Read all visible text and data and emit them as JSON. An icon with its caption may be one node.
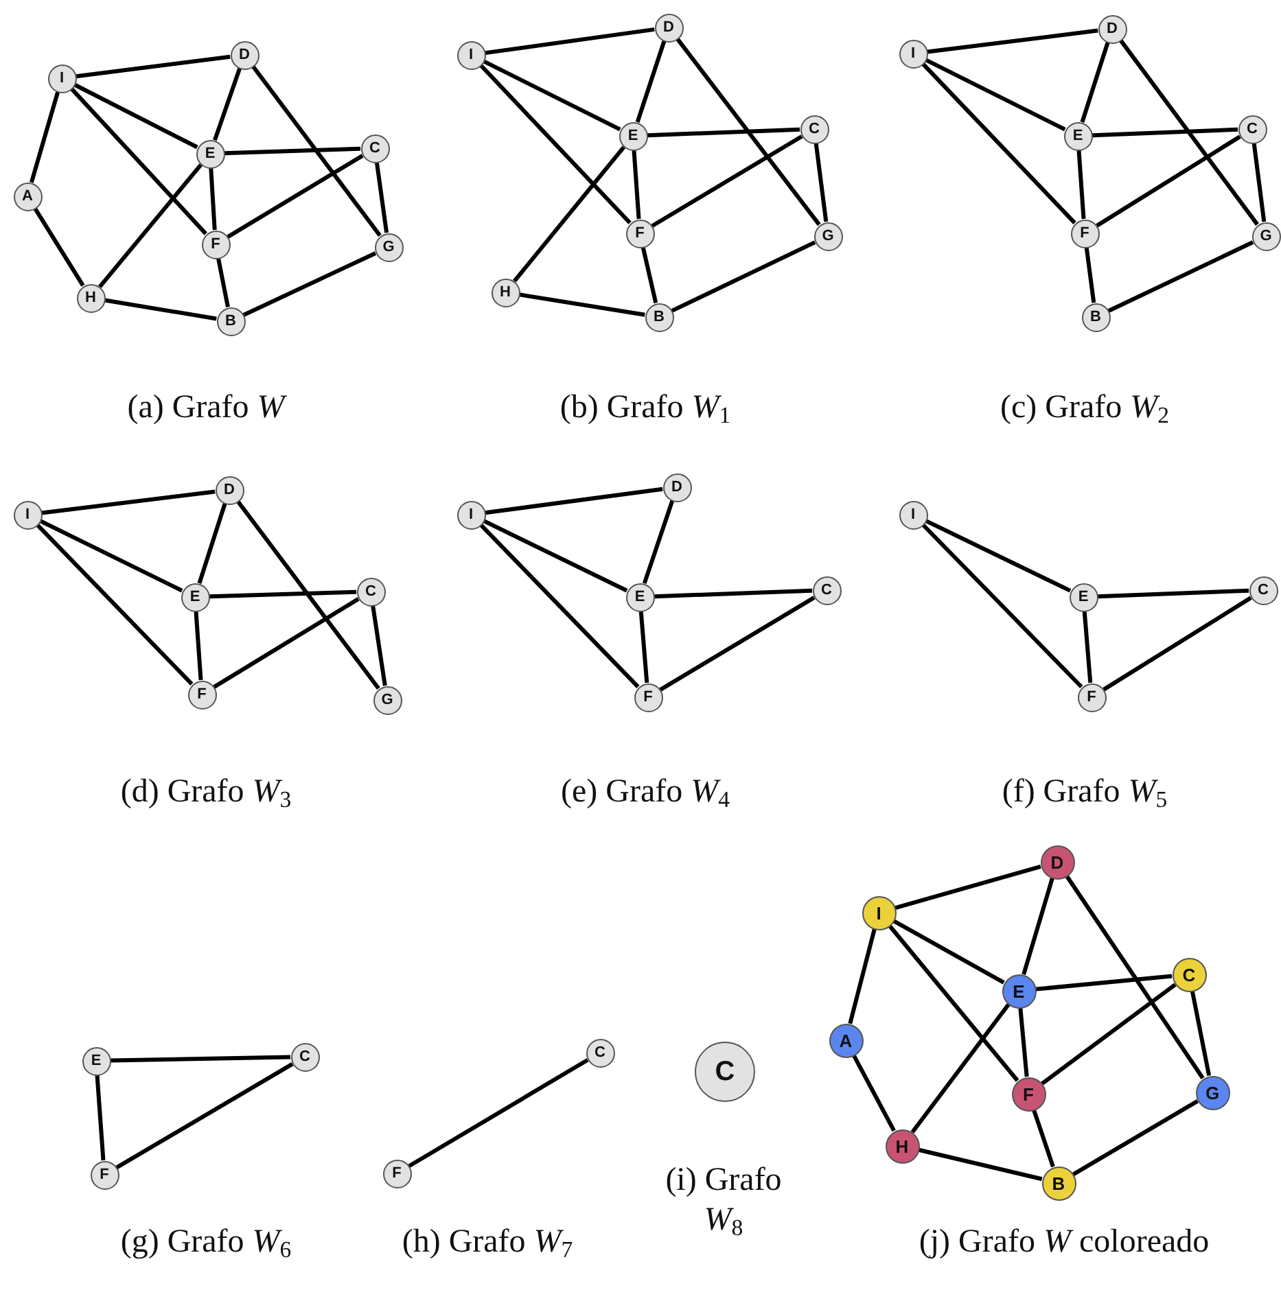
{
  "diagram": {
    "nodes": [
      {
        "text": [
          "I"
        ]
      },
      {
        "text": [
          "D"
        ]
      },
      {
        "text": [
          "E"
        ]
      },
      {
        "text": [
          "C"
        ]
      },
      {
        "text": [
          "A"
        ]
      },
      {
        "text": [
          "F"
        ]
      },
      {
        "text": [
          "G"
        ]
      },
      {
        "text": [
          "H"
        ]
      },
      {
        "text": [
          "B"
        ]
      },
      {
        "text": [
          "I"
        ]
      },
      {
        "text": [
          "D"
        ]
      },
      {
        "text": [
          "E"
        ]
      },
      {
        "text": [
          "C"
        ]
      },
      {
        "text": [
          "F"
        ]
      },
      {
        "text": [
          "G"
        ]
      },
      {
        "text": [
          "H"
        ]
      },
      {
        "text": [
          "B"
        ]
      },
      {
        "text": [
          "I"
        ]
      },
      {
        "text": [
          "D"
        ]
      },
      {
        "text": [
          "E"
        ]
      },
      {
        "text": [
          "C"
        ]
      },
      {
        "text": [
          "F"
        ]
      },
      {
        "text": [
          "G"
        ]
      },
      {
        "text": [
          "B"
        ]
      },
      {
        "text": [
          "I"
        ]
      },
      {
        "text": [
          "D"
        ]
      },
      {
        "text": [
          "E"
        ]
      },
      {
        "text": [
          "C"
        ]
      },
      {
        "text": [
          "F"
        ]
      },
      {
        "text": [
          "G"
        ]
      },
      {
        "text": [
          "I"
        ]
      },
      {
        "text": [
          "D"
        ]
      },
      {
        "text": [
          "E"
        ]
      },
      {
        "text": [
          "C"
        ]
      },
      {
        "text": [
          "F"
        ]
      },
      {
        "text": [
          "I"
        ]
      },
      {
        "text": [
          "E"
        ]
      },
      {
        "text": [
          "C"
        ]
      },
      {
        "text": [
          "F"
        ]
      },
      {
        "text": [
          "E"
        ]
      },
      {
        "text": [
          "C"
        ]
      },
      {
        "text": [
          "F"
        ]
      },
      {
        "text": [
          "F"
        ]
      },
      {
        "text": [
          "C"
        ]
      },
      {
        "text": [
          "C"
        ]
      },
      {
        "text": [
          "I"
        ]
      },
      {
        "text": [
          "D"
        ]
      },
      {
        "text": [
          "E"
        ]
      },
      {
        "text": [
          "C"
        ]
      },
      {
        "text": [
          "A"
        ]
      },
      {
        "text": [
          "F"
        ]
      },
      {
        "text": [
          "G"
        ]
      },
      {
        "text": [
          "H"
        ]
      },
      {
        "text": [
          "B"
        ]
      }
    ],
    "edges": [
      {
        "from": 0,
        "to": 1,
        "arrow": "none"
      },
      {
        "from": 0,
        "to": 4,
        "arrow": "none"
      },
      {
        "from": 0,
        "to": 2,
        "arrow": "none"
      },
      {
        "from": 0,
        "to": 5,
        "arrow": "none"
      },
      {
        "from": 1,
        "to": 2,
        "arrow": "none"
      },
      {
        "from": 1,
        "to": 6,
        "arrow": "none"
      },
      {
        "from": 2,
        "to": 3,
        "arrow": "none"
      },
      {
        "from": 2,
        "to": 5,
        "arrow": "none"
      },
      {
        "from": 2,
        "to": 7,
        "arrow": "none"
      },
      {
        "from": 3,
        "to": 5,
        "arrow": "none"
      },
      {
        "from": 3,
        "to": 6,
        "arrow": "none"
      },
      {
        "from": 5,
        "to": 8,
        "arrow": "none"
      },
      {
        "from": 6,
        "to": 8,
        "arrow": "none"
      },
      {
        "from": 4,
        "to": 7,
        "arrow": "none"
      },
      {
        "from": 7,
        "to": 8,
        "arrow": "none"
      },
      {
        "from": 9,
        "to": 10,
        "arrow": "none"
      },
      {
        "from": 9,
        "to": 11,
        "arrow": "none"
      },
      {
        "from": 9,
        "to": 13,
        "arrow": "none"
      },
      {
        "from": 10,
        "to": 11,
        "arrow": "none"
      },
      {
        "from": 10,
        "to": 14,
        "arrow": "none"
      },
      {
        "from": 11,
        "to": 12,
        "arrow": "none"
      },
      {
        "from": 11,
        "to": 13,
        "arrow": "none"
      },
      {
        "from": 11,
        "to": 15,
        "arrow": "none"
      },
      {
        "from": 12,
        "to": 13,
        "arrow": "none"
      },
      {
        "from": 12,
        "to": 14,
        "arrow": "none"
      },
      {
        "from": 13,
        "to": 16,
        "arrow": "none"
      },
      {
        "from": 14,
        "to": 16,
        "arrow": "none"
      },
      {
        "from": 15,
        "to": 16,
        "arrow": "none"
      },
      {
        "from": 17,
        "to": 18,
        "arrow": "none"
      },
      {
        "from": 17,
        "to": 19,
        "arrow": "none"
      },
      {
        "from": 17,
        "to": 21,
        "arrow": "none"
      },
      {
        "from": 18,
        "to": 19,
        "arrow": "none"
      },
      {
        "from": 18,
        "to": 22,
        "arrow": "none"
      },
      {
        "from": 19,
        "to": 20,
        "arrow": "none"
      },
      {
        "from": 19,
        "to": 21,
        "arrow": "none"
      },
      {
        "from": 20,
        "to": 21,
        "arrow": "none"
      },
      {
        "from": 20,
        "to": 22,
        "arrow": "none"
      },
      {
        "from": 21,
        "to": 23,
        "arrow": "none"
      },
      {
        "from": 22,
        "to": 23,
        "arrow": "none"
      },
      {
        "from": 24,
        "to": 25,
        "arrow": "none"
      },
      {
        "from": 24,
        "to": 26,
        "arrow": "none"
      },
      {
        "from": 24,
        "to": 28,
        "arrow": "none"
      },
      {
        "from": 25,
        "to": 26,
        "arrow": "none"
      },
      {
        "from": 25,
        "to": 29,
        "arrow": "none"
      },
      {
        "from": 26,
        "to": 27,
        "arrow": "none"
      },
      {
        "from": 26,
        "to": 28,
        "arrow": "none"
      },
      {
        "from": 27,
        "to": 28,
        "arrow": "none"
      },
      {
        "from": 27,
        "to": 29,
        "arrow": "none"
      },
      {
        "from": 30,
        "to": 31,
        "arrow": "none"
      },
      {
        "from": 30,
        "to": 32,
        "arrow": "none"
      },
      {
        "from": 30,
        "to": 34,
        "arrow": "none"
      },
      {
        "from": 31,
        "to": 32,
        "arrow": "none"
      },
      {
        "from": 32,
        "to": 33,
        "arrow": "none"
      },
      {
        "from": 32,
        "to": 34,
        "arrow": "none"
      },
      {
        "from": 33,
        "to": 34,
        "arrow": "none"
      },
      {
        "from": 35,
        "to": 36,
        "arrow": "none"
      },
      {
        "from": 35,
        "to": 38,
        "arrow": "none"
      },
      {
        "from": 36,
        "to": 37,
        "arrow": "none"
      },
      {
        "from": 36,
        "to": 38,
        "arrow": "none"
      },
      {
        "from": 37,
        "to": 38,
        "arrow": "none"
      },
      {
        "from": 39,
        "to": 40,
        "arrow": "none"
      },
      {
        "from": 39,
        "to": 41,
        "arrow": "none"
      },
      {
        "from": 40,
        "to": 41,
        "arrow": "none"
      },
      {
        "from": 42,
        "to": 43,
        "arrow": "none"
      },
      {
        "from": 45,
        "to": 46,
        "arrow": "none"
      },
      {
        "from": 45,
        "to": 49,
        "arrow": "none"
      },
      {
        "from": 45,
        "to": 47,
        "arrow": "none"
      },
      {
        "from": 45,
        "to": 50,
        "arrow": "none"
      },
      {
        "from": 46,
        "to": 47,
        "arrow": "none"
      },
      {
        "from": 46,
        "to": 51,
        "arrow": "none"
      },
      {
        "from": 47,
        "to": 48,
        "arrow": "none"
      },
      {
        "from": 47,
        "to": 50,
        "arrow": "none"
      },
      {
        "from": 47,
        "to": 52,
        "arrow": "none"
      },
      {
        "from": 48,
        "to": 50,
        "arrow": "none"
      },
      {
        "from": 48,
        "to": 51,
        "arrow": "none"
      },
      {
        "from": 50,
        "to": 53,
        "arrow": "none"
      },
      {
        "from": 51,
        "to": 53,
        "arrow": "none"
      },
      {
        "from": 49,
        "to": 52,
        "arrow": "none"
      },
      {
        "from": 52,
        "to": 53,
        "arrow": "none"
      }
    ],
    "labels": [
      "(a) Grafo *W*",
      "(b) Grafo *W*$_{1}$",
      "(c) Grafo *W*$_{2}$",
      "(d) Grafo *W*$_{3}$",
      "(e) Grafo *W*$_{4}$",
      "(f) Grafo *W*$_{5}$",
      "(g) Grafo *W*$_{6}$",
      "(h) Grafo *W*$_{7}$",
      "(i) Grafo *W*$_{8}$",
      "(j) Grafo *W* coloreado"
    ]
  }
}
